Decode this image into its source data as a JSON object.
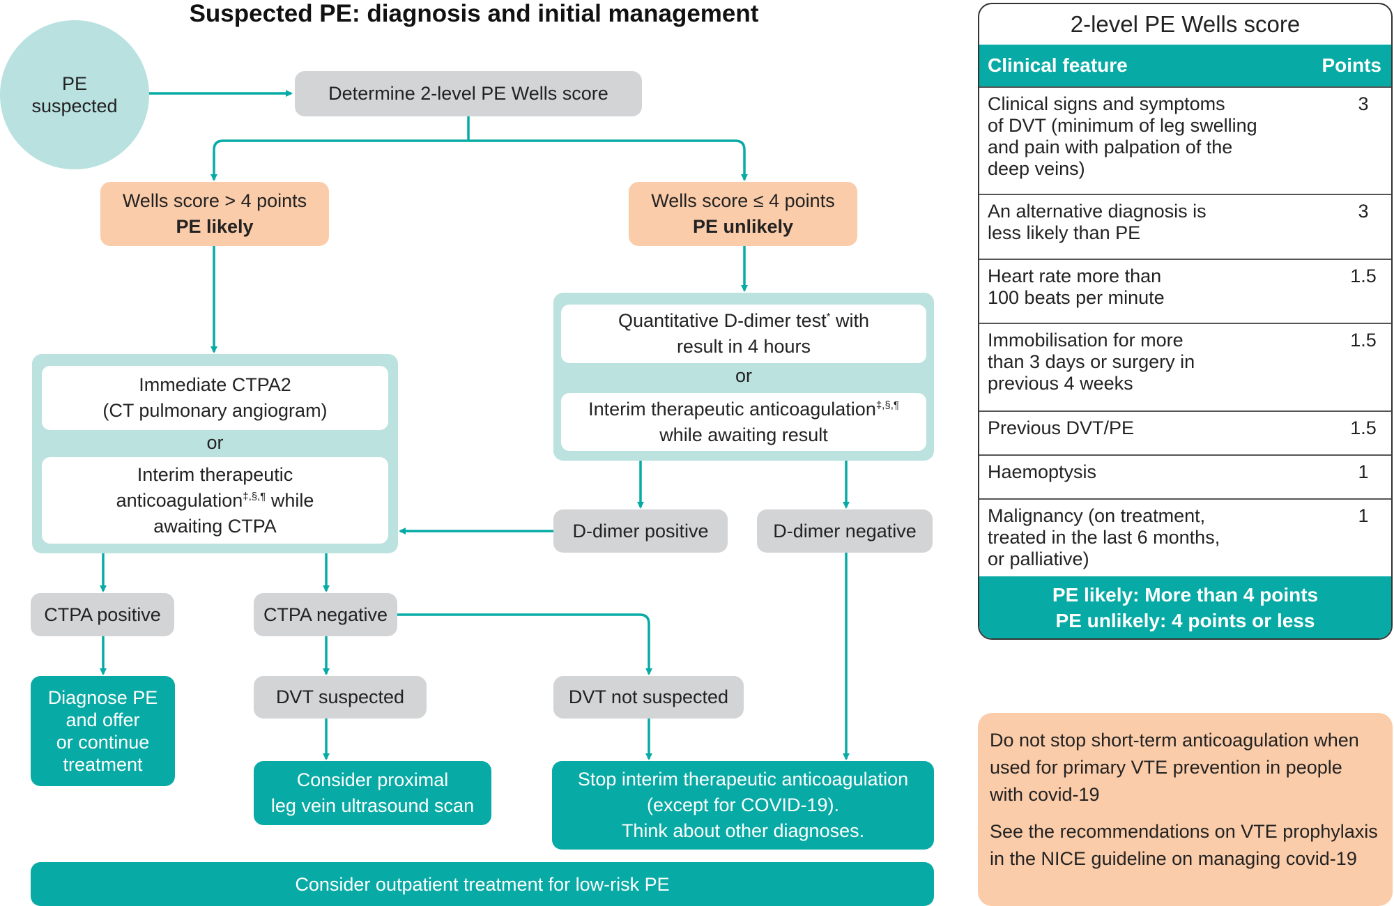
{
  "title": "Suspected PE: diagnosis and initial management",
  "start": {
    "line1": "PE",
    "line2": "suspected"
  },
  "determine": "Determine 2-level PE Wells score",
  "likely": {
    "line1": "Wells score > 4 points",
    "line2": "PE likely"
  },
  "unlikely": {
    "line1": "Wells score ≤ 4 points",
    "line2": "PE unlikely"
  },
  "ctpa_group": {
    "box1_line1": "Immediate CTPA2",
    "box1_line2": "(CT pulmonary angiogram)",
    "or": "or",
    "box2_line1": "Interim therapeutic",
    "box2_line2a": "anticoagulation",
    "box2_sup": "‡,§,¶",
    "box2_line2b": " while",
    "box2_line3": "awaiting CTPA"
  },
  "ddimer_group": {
    "box1_line1a": "Quantitative D-dimer test",
    "box1_sup": "*",
    "box1_line1b": " with",
    "box1_line2": "result in 4 hours",
    "or": "or",
    "box2_line1a": "Interim therapeutic anticoagulation",
    "box2_sup": "‡,§,¶",
    "box2_line2": "while awaiting result"
  },
  "ddimer_positive": "D-dimer positive",
  "ddimer_negative": "D-dimer negative",
  "ctpa_positive": "CTPA positive",
  "ctpa_negative": "CTPA negative",
  "dvt_suspected": "DVT suspected",
  "dvt_not_suspected": "DVT not suspected",
  "diagnose": {
    "line1": "Diagnose PE",
    "line2": "and offer",
    "line3": "or continue",
    "line4": "treatment"
  },
  "ultrasound": {
    "line1": "Consider proximal",
    "line2": "leg vein ultrasound scan"
  },
  "stop": {
    "line1": "Stop interim therapeutic anticoagulation",
    "line2": "(except for COVID-19).",
    "line3": "Think about other diagnoses."
  },
  "outpatient": "Consider outpatient treatment for low-risk PE",
  "wells": {
    "title": "2-level PE Wells score",
    "col_feature": "Clinical feature",
    "col_points": "Points",
    "rows": [
      {
        "lines": [
          "Clinical signs and symptoms",
          "of DVT (minimum of leg swelling",
          "and pain with palpation of the",
          "deep veins)"
        ],
        "points": "3"
      },
      {
        "lines": [
          "An alternative diagnosis is",
          "less likely than PE"
        ],
        "points": "3"
      },
      {
        "lines": [
          "Heart rate more than",
          "100 beats per minute"
        ],
        "points": "1.5"
      },
      {
        "lines": [
          "Immobilisation for more",
          "than 3 days or surgery in",
          "previous 4 weeks"
        ],
        "points": "1.5"
      },
      {
        "lines": [
          "Previous DVT/PE"
        ],
        "points": "1.5"
      },
      {
        "lines": [
          "Haemoptysis"
        ],
        "points": "1"
      },
      {
        "lines": [
          "Malignancy (on treatment,",
          "treated in the last 6 months,",
          "or palliative)"
        ],
        "points": "1"
      }
    ],
    "footer_line1": "PE likely: More than 4 points",
    "footer_line2": "PE unlikely: 4 points or less"
  },
  "note": {
    "para1": "Do not stop short-term anticoagulation when used for primary VTE prevention in people with covid-19",
    "para2": "See the recommendations on VTE prophylaxis in the NICE guideline on managing covid-19"
  },
  "colors": {
    "teal": "#07aaa4",
    "light_teal": "#bce2e0",
    "peach": "#fbcca9",
    "grey": "#d3d4d6"
  }
}
